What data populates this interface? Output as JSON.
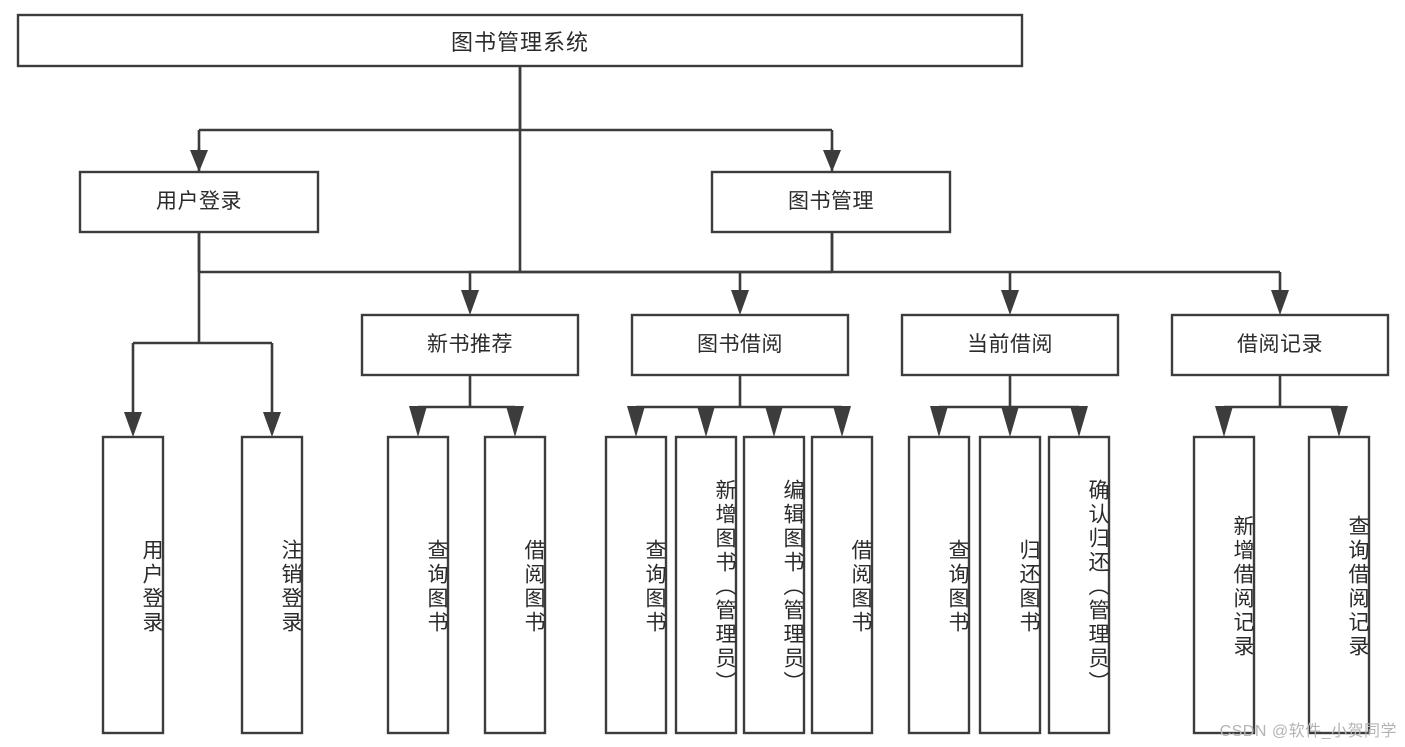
{
  "diagram": {
    "type": "tree-hierarchy",
    "title": "图书管理系统",
    "watermark": "CSDN @软件_小贺同学",
    "colors": {
      "stroke": "#3c3c3c",
      "box_fill": "#ffffff",
      "text": "#2b2b2b",
      "background": "#ffffff",
      "watermark": "#b4b4b4"
    },
    "nodes": {
      "root": {
        "label": "图书管理系统"
      },
      "level2": [
        {
          "label": "用户登录"
        },
        {
          "label": "图书管理"
        }
      ],
      "level3": [
        {
          "label": "新书推荐"
        },
        {
          "label": "图书借阅"
        },
        {
          "label": "当前借阅"
        },
        {
          "label": "借阅记录"
        }
      ],
      "leaves": {
        "user_login": [
          {
            "label": "用户登录"
          },
          {
            "label": "注销登录"
          }
        ],
        "new_book": [
          {
            "label": "查询图书"
          },
          {
            "label": "借阅图书"
          }
        ],
        "book_borrow": [
          {
            "label": "查询图书"
          },
          {
            "label": "新增图书（管理员）"
          },
          {
            "label": "编辑图书（管理员）"
          },
          {
            "label": "借阅图书"
          }
        ],
        "current_borrow": [
          {
            "label": "查询图书"
          },
          {
            "label": "归还图书"
          },
          {
            "label": "确认归还（管理员）"
          }
        ],
        "borrow_record": [
          {
            "label": "新增借阅记录"
          },
          {
            "label": "查询借阅记录"
          }
        ]
      }
    }
  }
}
